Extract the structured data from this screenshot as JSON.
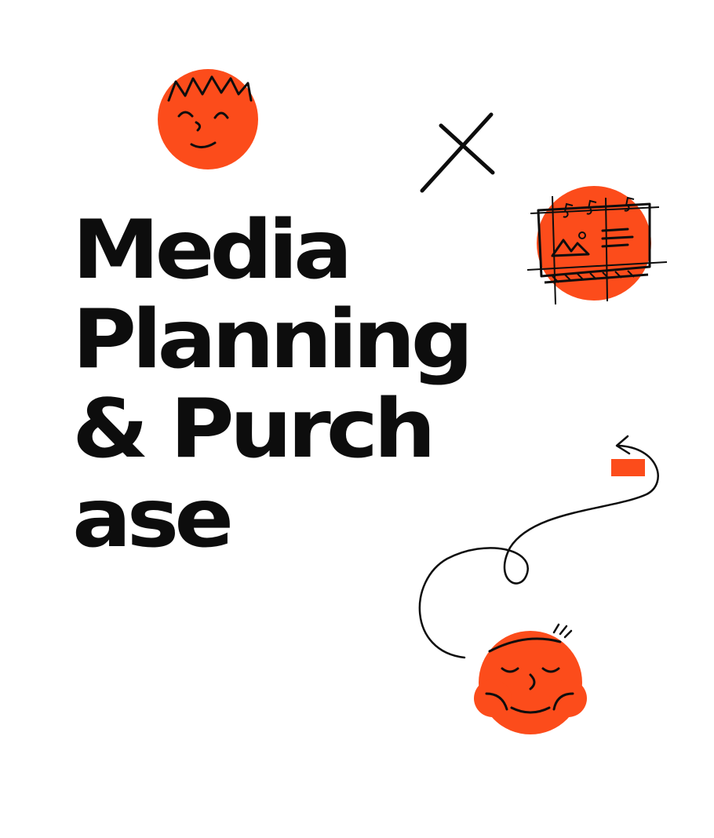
{
  "title": {
    "lines": [
      "Media",
      "Planning",
      "& Purch",
      "ase"
    ]
  },
  "colors": {
    "accent": "#fc4c1b",
    "ink": "#0d0d0d",
    "background": "#ffffff"
  },
  "icons": [
    "smiling-face-icon",
    "x-mark-icon",
    "media-film-icon",
    "curly-arrow-icon",
    "sleeping-face-icon"
  ]
}
